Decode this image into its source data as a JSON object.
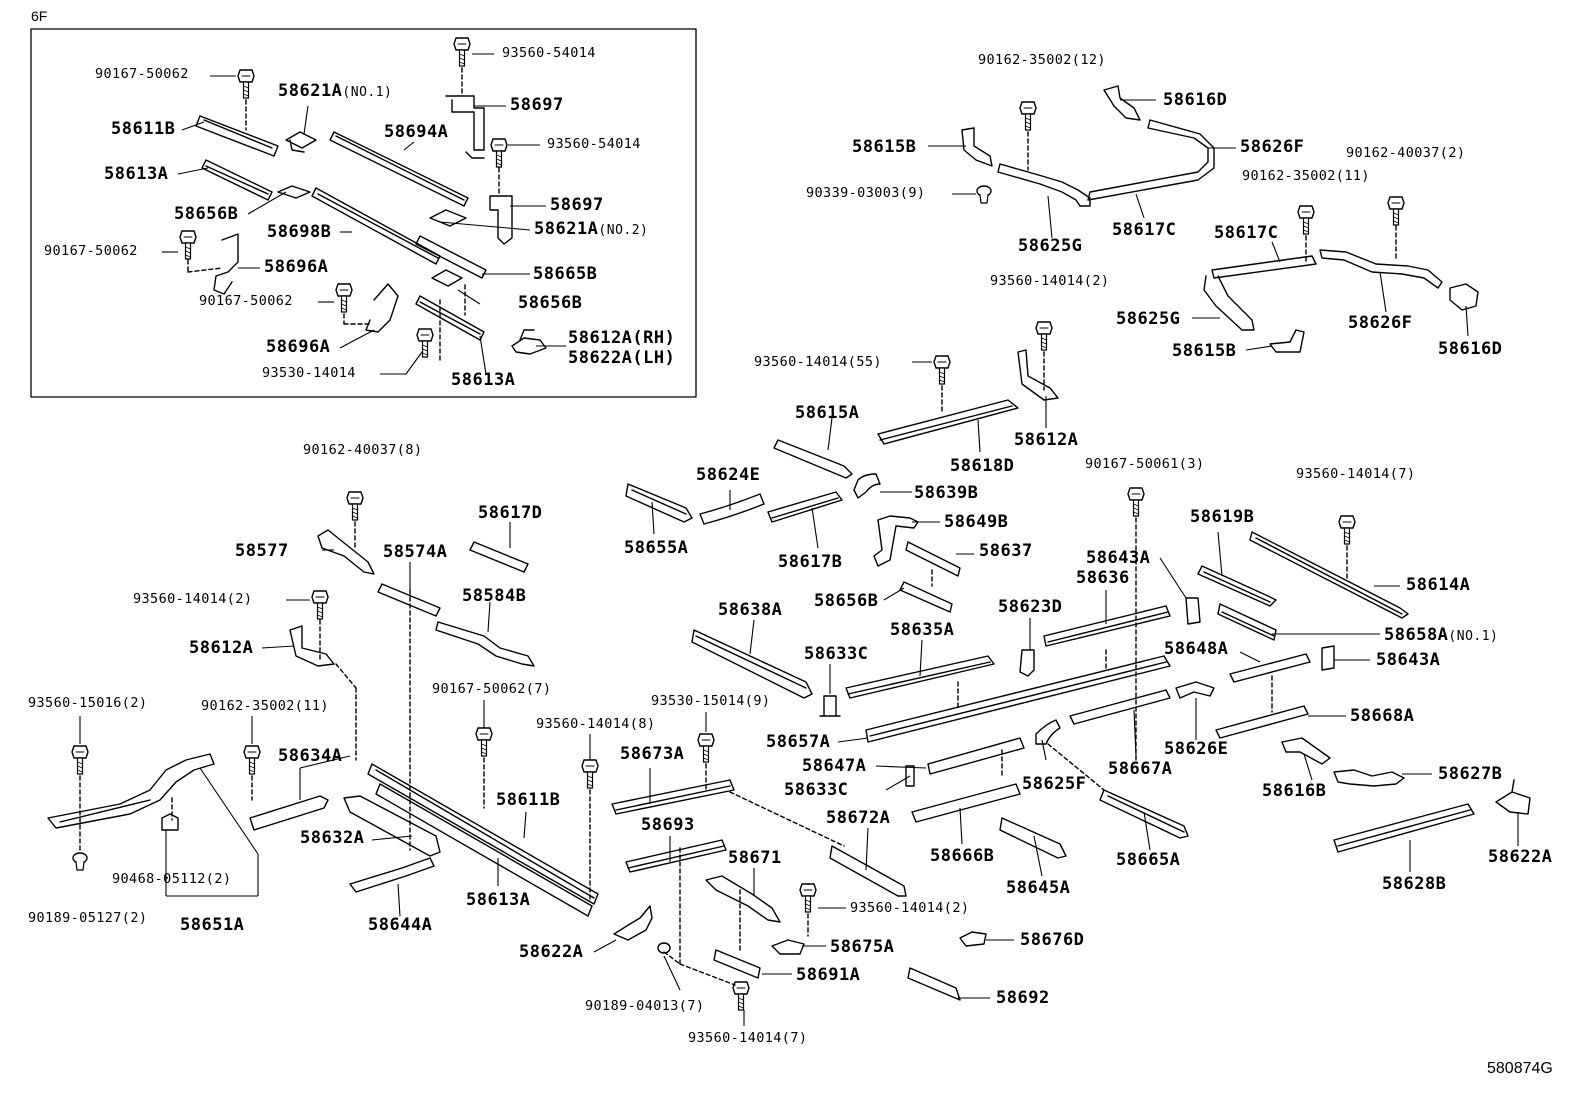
{
  "page_tag": "6F",
  "figure_code": "580874G",
  "inset_labels": [
    {
      "id": "i1",
      "text": "90167-50062",
      "small": true
    },
    {
      "id": "i2",
      "text": "58621A",
      "qual": "(NO.1)"
    },
    {
      "id": "i3",
      "text": "93560-54014",
      "small": true
    },
    {
      "id": "i4",
      "text": "58697"
    },
    {
      "id": "i5",
      "text": "58611B"
    },
    {
      "id": "i6",
      "text": "58694A"
    },
    {
      "id": "i7",
      "text": "93560-54014",
      "small": true
    },
    {
      "id": "i8",
      "text": "58613A"
    },
    {
      "id": "i9",
      "text": "58656B"
    },
    {
      "id": "i10",
      "text": "58697"
    },
    {
      "id": "i11",
      "text": "58621A",
      "qual": "(NO.2)"
    },
    {
      "id": "i12",
      "text": "90167-50062",
      "small": true
    },
    {
      "id": "i13",
      "text": "58698B"
    },
    {
      "id": "i14",
      "text": "58696A"
    },
    {
      "id": "i15",
      "text": "58665B"
    },
    {
      "id": "i16",
      "text": "90167-50062",
      "small": true
    },
    {
      "id": "i17",
      "text": "58656B"
    },
    {
      "id": "i18",
      "text": "58612A(RH)"
    },
    {
      "id": "i19",
      "text": "58622A(LH)"
    },
    {
      "id": "i20",
      "text": "58696A"
    },
    {
      "id": "i21",
      "text": "93530-14014",
      "small": true
    },
    {
      "id": "i22",
      "text": "58613A"
    }
  ],
  "labels": [
    {
      "id": "a1",
      "text": "90162-35002(12)",
      "small": true
    },
    {
      "id": "a2",
      "text": "58616D"
    },
    {
      "id": "a3",
      "text": "58615B"
    },
    {
      "id": "a4",
      "text": "58626F"
    },
    {
      "id": "a5",
      "text": "90162-40037(2)",
      "small": true
    },
    {
      "id": "a6",
      "text": "90162-35002(11)",
      "small": true
    },
    {
      "id": "a7",
      "text": "90339-03003(9)",
      "small": true
    },
    {
      "id": "a8",
      "text": "58625G"
    },
    {
      "id": "a9",
      "text": "58617C"
    },
    {
      "id": "a10",
      "text": "58617C"
    },
    {
      "id": "a11",
      "text": "93560-14014(2)",
      "small": true
    },
    {
      "id": "a12",
      "text": "58625G"
    },
    {
      "id": "a13",
      "text": "58626F"
    },
    {
      "id": "a14",
      "text": "58615B"
    },
    {
      "id": "a15",
      "text": "58616D"
    },
    {
      "id": "a16",
      "text": "93560-14014(55)",
      "small": true
    },
    {
      "id": "a17",
      "text": "58615A"
    },
    {
      "id": "a18",
      "text": "58618D"
    },
    {
      "id": "a19",
      "text": "58612A"
    },
    {
      "id": "a20",
      "text": "58624E"
    },
    {
      "id": "a21",
      "text": "58639B"
    },
    {
      "id": "a22",
      "text": "90167-50061(3)",
      "small": true
    },
    {
      "id": "a23",
      "text": "93560-14014(7)",
      "small": true
    },
    {
      "id": "a24",
      "text": "58655A"
    },
    {
      "id": "a25",
      "text": "58617B"
    },
    {
      "id": "a26",
      "text": "58649B"
    },
    {
      "id": "a27",
      "text": "58619B"
    },
    {
      "id": "a28",
      "text": "58637"
    },
    {
      "id": "a29",
      "text": "58643A"
    },
    {
      "id": "a30",
      "text": "58636"
    },
    {
      "id": "a31",
      "text": "58614A"
    },
    {
      "id": "a32",
      "text": "58656B"
    },
    {
      "id": "a33",
      "text": "58638A"
    },
    {
      "id": "a34",
      "text": "58623D"
    },
    {
      "id": "a35",
      "text": "58635A"
    },
    {
      "id": "a36",
      "text": "58658A",
      "qual": "(NO.1)"
    },
    {
      "id": "a37",
      "text": "58633C"
    },
    {
      "id": "a38",
      "text": "58648A"
    },
    {
      "id": "a39",
      "text": "58643A"
    },
    {
      "id": "a40",
      "text": "58657A"
    },
    {
      "id": "a41",
      "text": "58668A"
    },
    {
      "id": "a42",
      "text": "58626E"
    },
    {
      "id": "a43",
      "text": "58647A"
    },
    {
      "id": "a44",
      "text": "58633C"
    },
    {
      "id": "a45",
      "text": "58625F"
    },
    {
      "id": "a46",
      "text": "58667A"
    },
    {
      "id": "a47",
      "text": "58627B"
    },
    {
      "id": "a48",
      "text": "58616B"
    },
    {
      "id": "a49",
      "text": "58666B"
    },
    {
      "id": "a50",
      "text": "58665A"
    },
    {
      "id": "a51",
      "text": "58622A"
    },
    {
      "id": "a52",
      "text": "58645A"
    },
    {
      "id": "a53",
      "text": "58628B"
    },
    {
      "id": "a54",
      "text": "58676D"
    },
    {
      "id": "a55",
      "text": "58692"
    },
    {
      "id": "b1",
      "text": "90162-40037(8)",
      "small": true
    },
    {
      "id": "b2",
      "text": "58617D"
    },
    {
      "id": "b3",
      "text": "58577"
    },
    {
      "id": "b4",
      "text": "58574A"
    },
    {
      "id": "b5",
      "text": "93560-14014(2)",
      "small": true
    },
    {
      "id": "b6",
      "text": "58584B"
    },
    {
      "id": "b7",
      "text": "58612A"
    },
    {
      "id": "b8",
      "text": "90167-50062(7)",
      "small": true
    },
    {
      "id": "b9",
      "text": "93560-15016(2)",
      "small": true
    },
    {
      "id": "b10",
      "text": "90162-35002(11)",
      "small": true
    },
    {
      "id": "b11",
      "text": "93530-15014(9)",
      "small": true
    },
    {
      "id": "b12",
      "text": "93560-14014(8)",
      "small": true
    },
    {
      "id": "b13",
      "text": "58634A"
    },
    {
      "id": "b14",
      "text": "58673A"
    },
    {
      "id": "b15",
      "text": "58611B"
    },
    {
      "id": "b16",
      "text": "58632A"
    },
    {
      "id": "b17",
      "text": "58693"
    },
    {
      "id": "b18",
      "text": "58672A"
    },
    {
      "id": "b19",
      "text": "58671"
    },
    {
      "id": "b20",
      "text": "90468-05112(2)",
      "small": true
    },
    {
      "id": "b21",
      "text": "90189-05127(2)",
      "small": true
    },
    {
      "id": "b22",
      "text": "58651A"
    },
    {
      "id": "b23",
      "text": "58644A"
    },
    {
      "id": "b24",
      "text": "58613A"
    },
    {
      "id": "b25",
      "text": "93560-14014(2)",
      "small": true
    },
    {
      "id": "b26",
      "text": "58622A"
    },
    {
      "id": "b27",
      "text": "58675A"
    },
    {
      "id": "b28",
      "text": "58691A"
    },
    {
      "id": "b29",
      "text": "90189-04013(7)",
      "small": true
    },
    {
      "id": "b30",
      "text": "93560-14014(7)",
      "small": true
    }
  ]
}
